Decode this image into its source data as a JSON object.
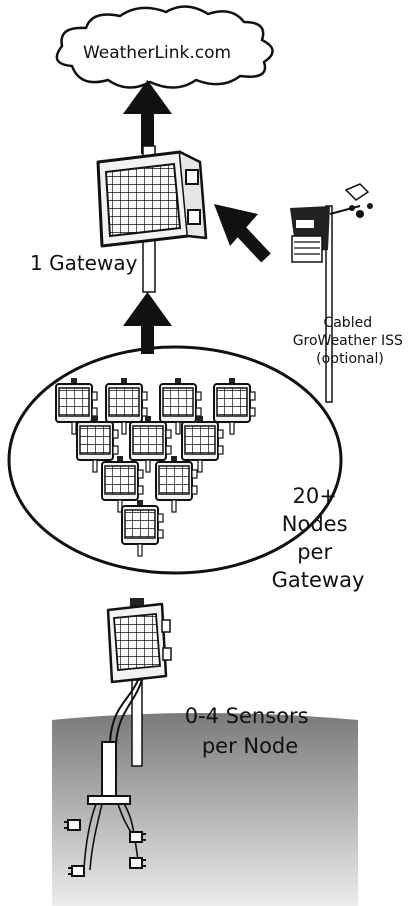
{
  "cloud": {
    "label": "WeatherLink.com"
  },
  "gateway": {
    "label": "1 Gateway"
  },
  "iss": {
    "label_lines": [
      "Cabled",
      "GroWeather ISS",
      "(optional)"
    ]
  },
  "nodes": {
    "label_lines": [
      "20+",
      "Nodes",
      "per",
      "Gateway"
    ]
  },
  "sensors": {
    "label_lines": [
      "0-4 Sensors",
      "per Node"
    ]
  },
  "colors": {
    "ink": "#111111",
    "panel": "#f2f2f2",
    "ground_top": "#7a7a7a",
    "ground_bottom": "#e8e8e8"
  }
}
